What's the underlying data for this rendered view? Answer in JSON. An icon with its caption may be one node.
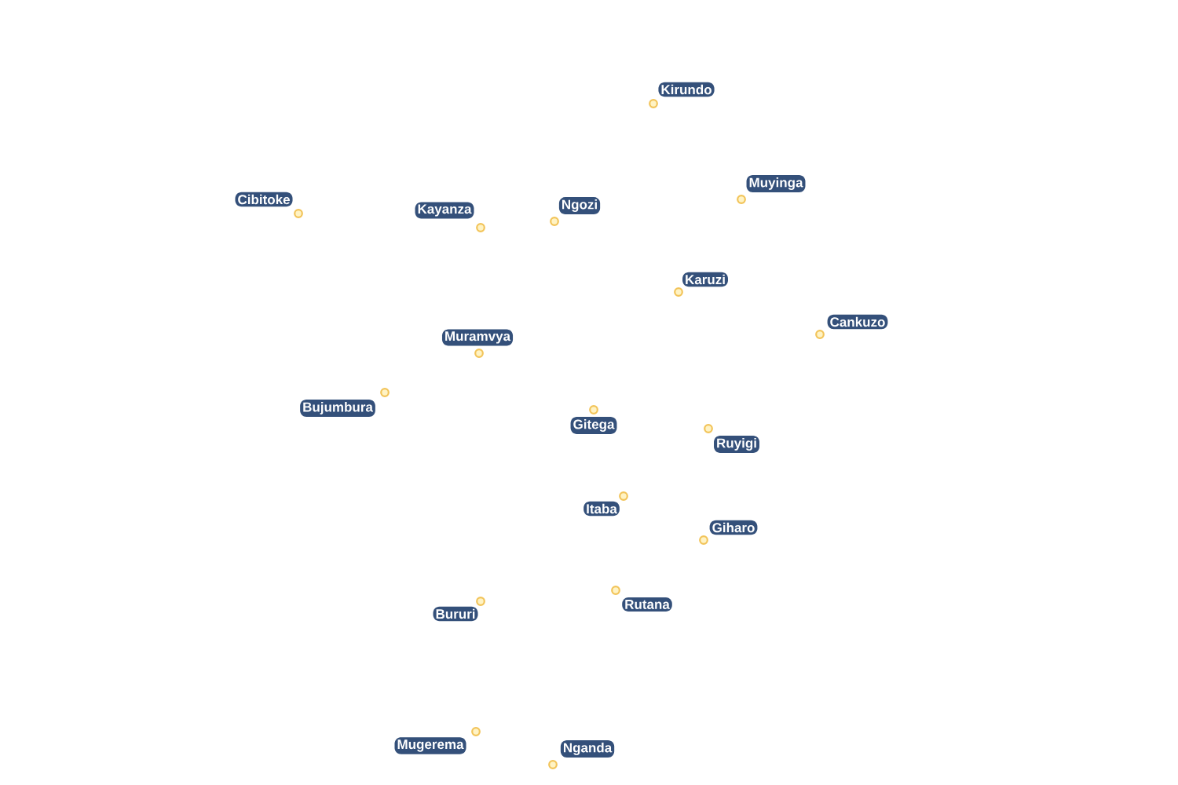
{
  "diagram": {
    "labels": [
      "Kirundo",
      "Cibitoke",
      "Kayanza",
      "Ngozi",
      "Muyinga",
      "Karuzi",
      "Cankuzo",
      "Muramvya",
      "Bujumbura",
      "Gitega",
      "Ruyigi",
      "Itaba",
      "Giharo",
      "Rutana",
      "Bururi",
      "Mugerema",
      "Nganda"
    ]
  }
}
